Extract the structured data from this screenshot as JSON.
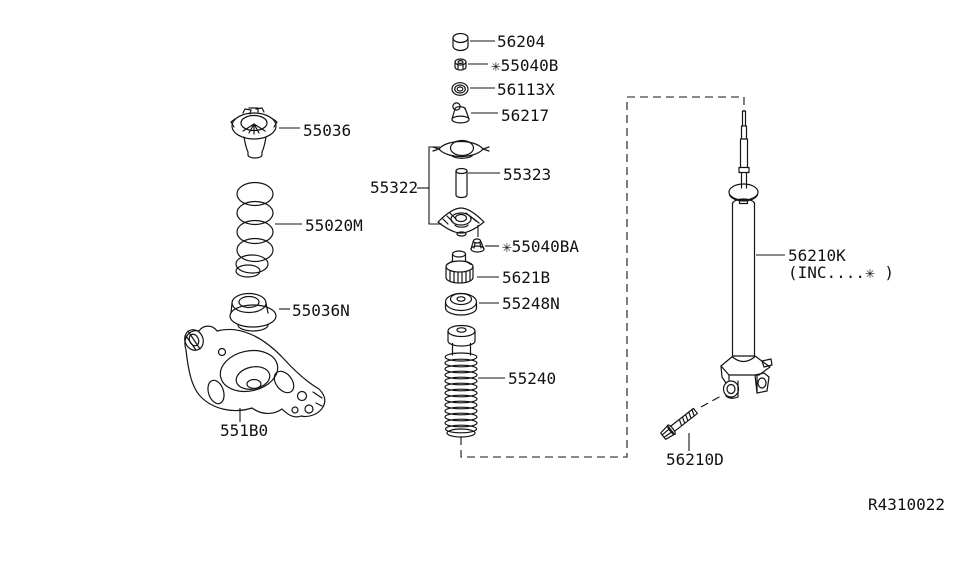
{
  "diagram": {
    "drawing_number": "R4310022",
    "colors": {
      "line": "#141414",
      "background": "#ffffff"
    },
    "parts": {
      "p56204": "56204",
      "p55040B": "✳55040B",
      "p56113X": "56113X",
      "p56217": "56217",
      "p55036": "55036",
      "p55322": "55322",
      "p55323": "55323",
      "p55020M": "55020M",
      "p55040BA": "✳55040BA",
      "p5621B": "5621B",
      "p55036N": "55036N",
      "p55248N": "55248N",
      "p55240": "55240",
      "p551B0": "551B0",
      "p56210K": "56210K",
      "p56210K_note": "(INC....✳ )",
      "p56210D": "56210D"
    }
  }
}
